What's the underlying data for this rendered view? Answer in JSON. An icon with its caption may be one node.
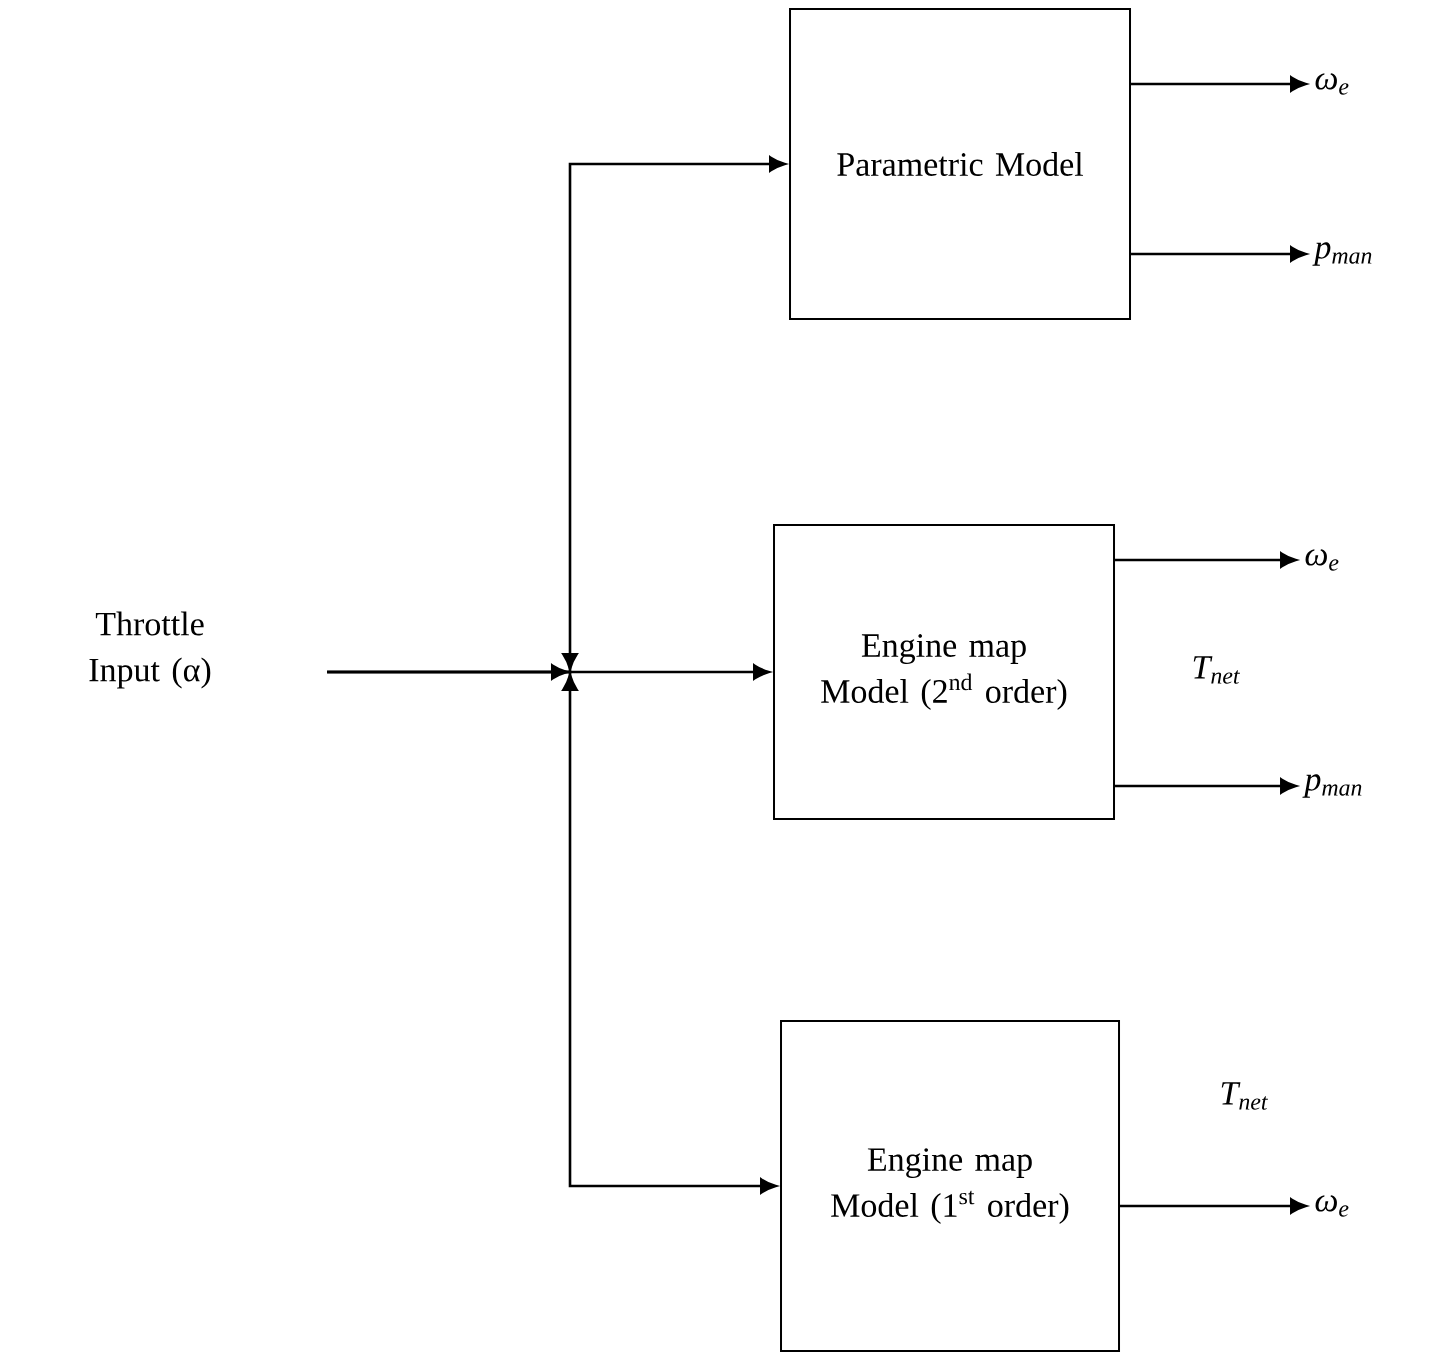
{
  "diagram": {
    "nodes": [
      {
        "text": [
          "Throttle Input (α)"
        ]
      },
      {
        "text": [
          "Parametric Model"
        ]
      },
      {
        "text": [
          "Engine map Model (2$^{nd}$ order)"
        ]
      },
      {
        "text": [
          "Engine map Model (1$^{st}$ order)"
        ]
      },
      {
        "text": [
          "ω$_{e}$"
        ]
      },
      {
        "text": [
          "p$_{man}$"
        ]
      },
      {
        "text": [
          "ω$_{e}$"
        ]
      },
      {
        "text": [
          "p$_{man}$"
        ]
      },
      {
        "text": [
          "ω$_{e}$"
        ]
      }
    ],
    "edges": [
      {
        "from": 0,
        "to": 1,
        "arrow": "to"
      },
      {
        "from": 0,
        "to": 2,
        "arrow": "to"
      },
      {
        "from": 0,
        "to": 3,
        "arrow": "to"
      },
      {
        "from": 1,
        "to": 4,
        "arrow": "to"
      },
      {
        "from": 1,
        "to": 5,
        "arrow": "to"
      },
      {
        "from": 2,
        "to": 6,
        "arrow": "to"
      },
      {
        "from": 2,
        "to": 7,
        "arrow": "to"
      },
      {
        "from": 3,
        "to": 8,
        "arrow": "to"
      }
    ],
    "labels": [
      "T$_{net}$",
      "T$_{net}$"
    ]
  }
}
